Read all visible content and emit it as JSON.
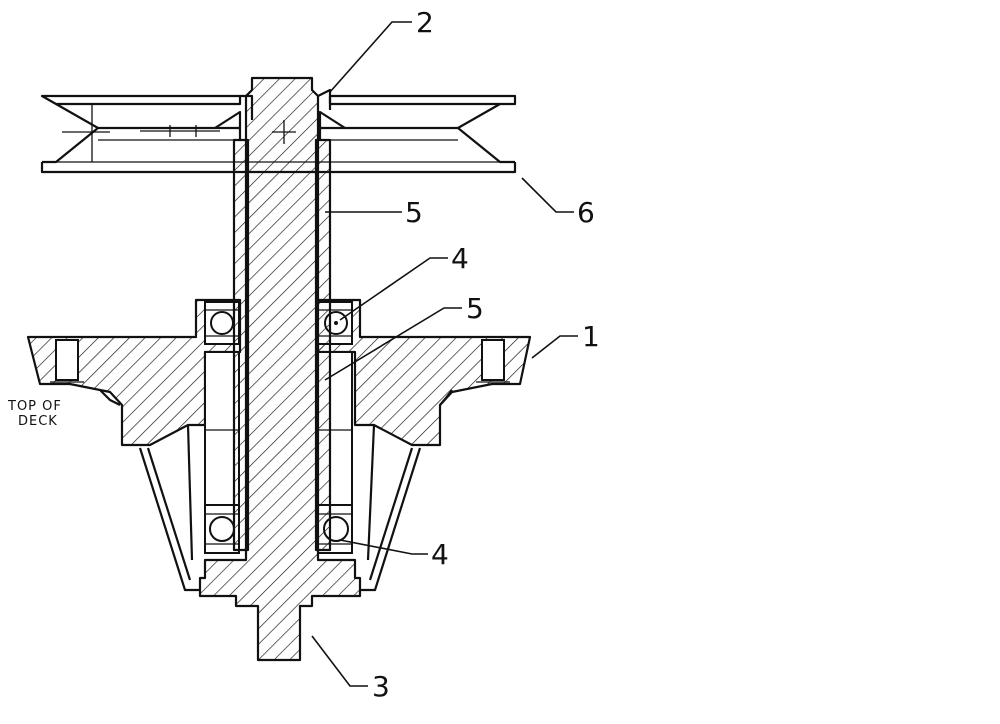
{
  "diagram": {
    "callouts": [
      {
        "id": "c1",
        "text": "1"
      },
      {
        "id": "c2",
        "text": "2"
      },
      {
        "id": "c3",
        "text": "3"
      },
      {
        "id": "c4a",
        "text": "4"
      },
      {
        "id": "c4b",
        "text": "4"
      },
      {
        "id": "c5a",
        "text": "5"
      },
      {
        "id": "c5b",
        "text": "5"
      },
      {
        "id": "c6",
        "text": "6"
      }
    ],
    "notes": {
      "top_of_deck_line1": "TOP OF",
      "top_of_deck_line2": "DECK"
    }
  }
}
